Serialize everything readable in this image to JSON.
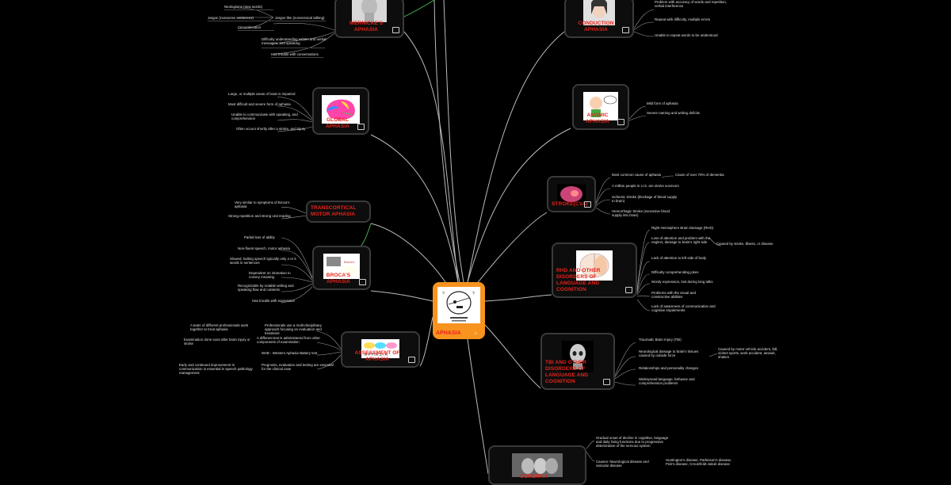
{
  "center": {
    "title": "APHASIA"
  },
  "left_nodes": {
    "wernicke": {
      "title": "WERNICKE'S APHASIA",
      "leaves": [
        "Neologisms (new words)",
        "Jargon (nonsense sentences)",
        "Circumlocution",
        "Jargon like (nonsensical talking)",
        "Difficulty understanding written and verbal messages, and speaking",
        "Has trouble with conversations"
      ]
    },
    "global": {
      "title": "GLOBAL APHASIA",
      "leaves": [
        "Large, or multiple areas of brain is impaired",
        "Most difficult and severe form of aphasia",
        "Unable to communicate with speaking, and comprehension",
        "Often occurs shortly after a stroke, and injury"
      ]
    },
    "transcortical": {
      "title": "TRANSCORTICAL MOTOR APHASIA",
      "leaves": [
        "Very similar to symptoms of Broca's aphasia",
        "Strong repetition and strong oral reading"
      ]
    },
    "broca": {
      "title": "BROCA'S APHASIA",
      "leaves": [
        "Partial loss of ability",
        "Non-fluent speech, motor aphasia",
        "Slowed, halting speech typically only 4 or 5 words in sentences",
        "Dependent on intonation to convey meaning",
        "Recognizable by notable writing and speaking flow and contents",
        "Has trouble with expression"
      ]
    },
    "assessment": {
      "title": "ASSESSMENT OF APHASIA",
      "leaves": [
        "A team of different professionals work together to treat aphasia",
        "Professionals use a multi-disciplinary approach focusing on evaluation and treatment",
        "Examination done soon after brain injury or stroke",
        "A different test is administered from other components of examination",
        "WAB - Western Aphasia Battery test",
        "Prognosis, evaluation and testing are essential for the clinical case",
        "Early and continued improvement in communication is essential in speech pathology management"
      ]
    }
  },
  "right_nodes": {
    "conduction": {
      "title": "CONDUCTION APHASIA",
      "leaves": [
        "Problem with accuracy of words and repetition, verbal interference",
        "Repeat with difficulty, multiple errors",
        "Unable to repeat words to be understood"
      ]
    },
    "anomic": {
      "title": "ANOMIC APHASIA",
      "leaves": [
        "Mild form of aphasia",
        "Severe naming and writing deficits"
      ]
    },
    "stroke": {
      "title": "STROKE(CVA)",
      "leaves": [
        "Most common cause of aphasia",
        "Cause of over 70% of dementia",
        "A million people in U.S. are stroke survivors",
        "Ischemic Stroke (blockage of blood supply to brain)",
        "Hemorrhagic Stroke (excessive blood supply into brain)"
      ]
    },
    "rhd": {
      "title": "RHD AND OTHER DISORDERS OF LANGUAGE AND COGNITION",
      "leaves": [
        "Right Hemisphere Brain Damage (RHD)",
        "Loss of attention and problem with the neglect, damage to brain's right side",
        "Caused by stroke, illness, or disease",
        "Lack of attention to left side of body",
        "Difficulty comprehending jokes",
        "Wordy expression, lost during long talks",
        "Problems with the visual and constructive abilities",
        "Lack of awareness of communicative and cognitive impairments"
      ]
    },
    "tbi": {
      "title": "TBI AND OTHER DISORDERS OF LANGUAGE AND COGNITION",
      "leaves": [
        "Traumatic Brain Injury (TBI)",
        "Neurological damage to brain's tissues caused by outside force",
        "Caused by motor vehicle accident, fall, violent sports, work accident, assault, shaken",
        "Relationships and personality changes",
        "Widespread language, behavior and comprehension problems"
      ]
    },
    "dementia": {
      "title": "DEMENTIA",
      "leaves": [
        "Gradual onset of decline in cognitive, language and daily living functions due to progressive deterioration of the nervous system",
        "Causes: Neurological disease and vascular disease",
        "Huntington's disease, Parkinson's disease, Pick's disease, Creutzfeldt-Jakob disease"
      ]
    }
  },
  "colors": {
    "accent": "#e8231a",
    "center": "#f7931e",
    "link": "#bbbbbb",
    "green_link": "#4caf50"
  }
}
